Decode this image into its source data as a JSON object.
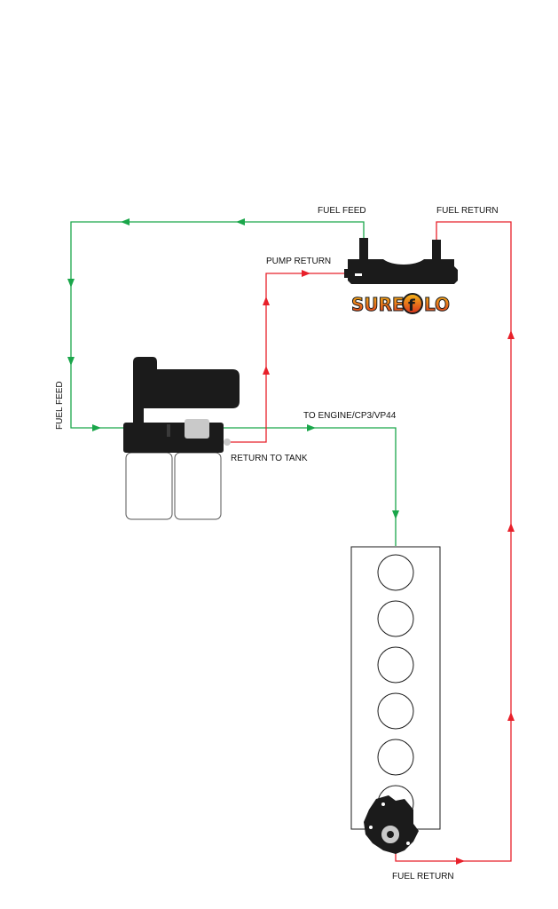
{
  "labels": {
    "fuel_feed_top": "FUEL FEED",
    "fuel_return_top": "FUEL RETURN",
    "pump_return": "PUMP RETURN",
    "fuel_feed_side": "FUEL FEED",
    "to_engine": "TO ENGINE/CP3/VP44",
    "return_to_tank": "RETURN TO TANK",
    "fuel_return_bottom": "FUEL RETURN"
  },
  "logo": {
    "part1": "SURE",
    "part2": "LO",
    "emblem": "f"
  },
  "colors": {
    "feed_line": "#1aa64a",
    "return_line": "#e8202a",
    "component": "#1b1b1b",
    "logo_gradient_top": "#f6b81a",
    "logo_gradient_bottom": "#d9331c"
  },
  "engine": {
    "cylinder_count": 6
  }
}
